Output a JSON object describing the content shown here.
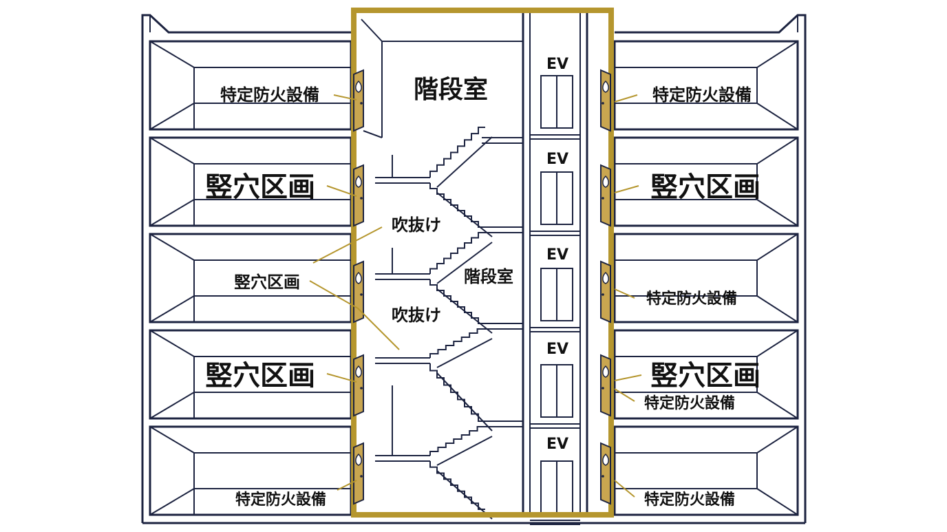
{
  "colors": {
    "line": "#1c2340",
    "gold": "#b5962e",
    "door": "#c9a650",
    "background": "#ffffff"
  },
  "labels": {
    "stair_room_top": "階段室",
    "stair_room_mid": "階段室",
    "void_1": "吹抜け",
    "void_2": "吹抜け",
    "ev": [
      "EV",
      "EV",
      "EV",
      "EV",
      "EV"
    ],
    "left_floor_1": "特定防火設備",
    "left_floor_2": "竪穴区画",
    "left_floor_3": "竪穴区画",
    "left_floor_4": "竪穴区画",
    "left_floor_5": "特定防火設備",
    "right_floor_1": "特定防火設備",
    "right_floor_2": "竪穴区画",
    "right_floor_3": "特定防火設備",
    "right_floor_4a": "竪穴区画",
    "right_floor_4b": "特定防火設備",
    "right_floor_5": "特定防火設備"
  },
  "icons": {
    "door": "fire-door-icon",
    "flame": "flame-icon"
  }
}
